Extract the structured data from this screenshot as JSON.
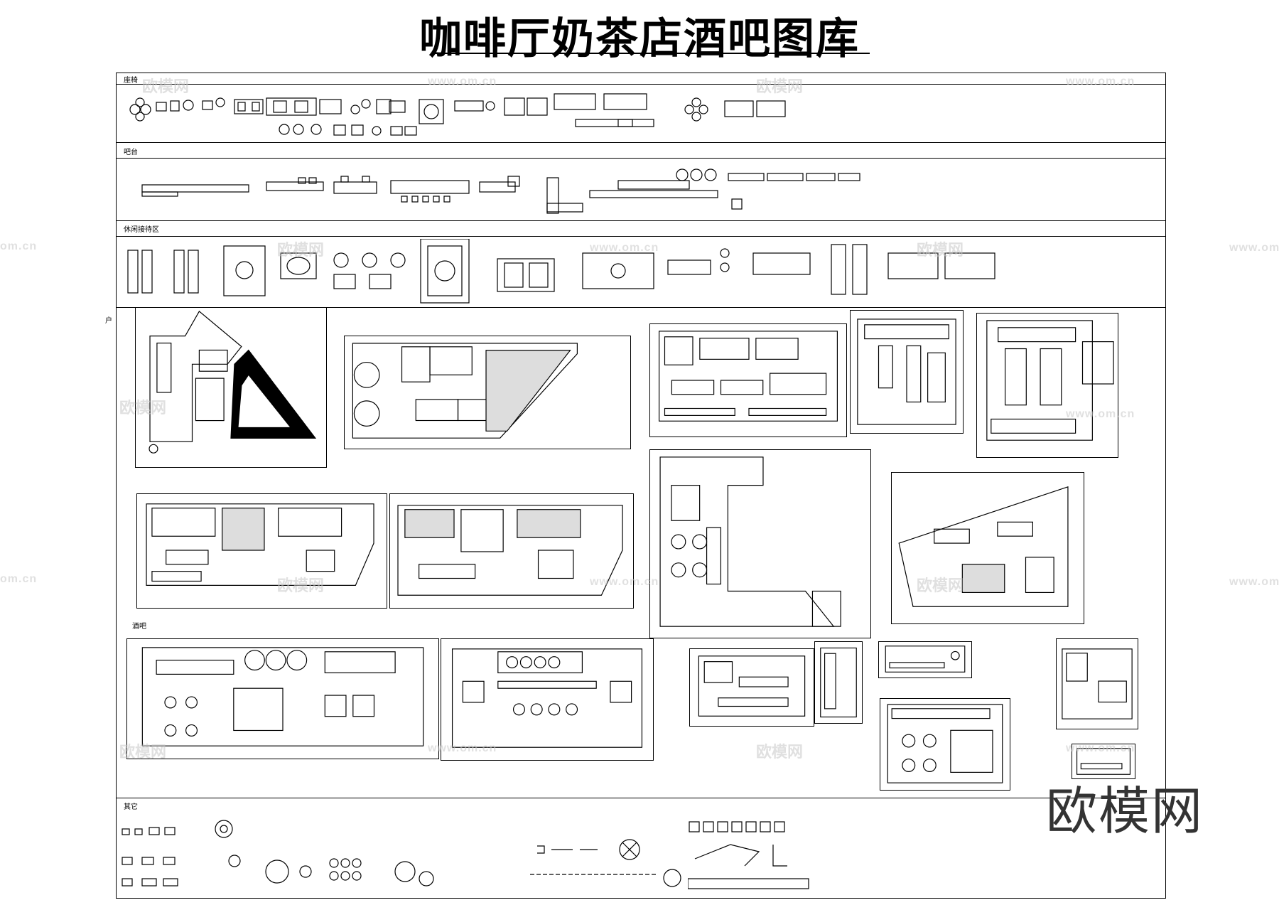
{
  "title": "咖啡厅奶茶店酒吧图库",
  "sections": {
    "chairs": "座椅",
    "bar_counter": "吧台",
    "lounge": "休闲接待区",
    "plans": "户",
    "pub": "酒吧",
    "other": "其它"
  },
  "watermark": {
    "brand": "欧模网",
    "url": "www.om.cn",
    "url_partial": "om.cn"
  },
  "corner_brand": "欧模网"
}
